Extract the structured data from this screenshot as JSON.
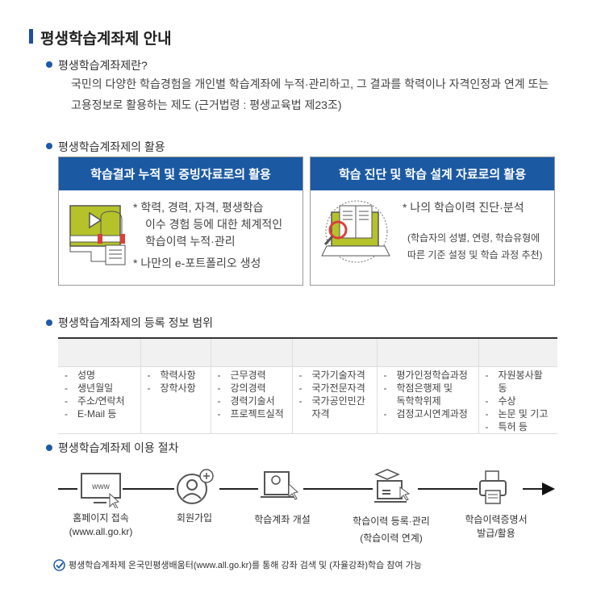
{
  "title": "평생학습계좌제 안내",
  "sections": [
    {
      "heading": "평생학습계좌제란?",
      "body": [
        "국민의 다양한 학습경험을 개인별 학습계좌에 누적·관리하고, 그 결과를 학력이나 자격인정과 연계 또는",
        "고용정보로 활용하는 제도 (근거법령 : 평생교육법 제23조)"
      ]
    },
    {
      "heading": "평생학습계좌제의 활용"
    },
    {
      "heading": "평생학습계좌제의 등록 정보 범위"
    },
    {
      "heading": "평생학습계좌제 이용 절차"
    }
  ],
  "usage": [
    {
      "title": "학습결과 누적 및 증빙자료로의 활용",
      "items": [
        "*  학력, 경력, 자격, 평생학습",
        "이수 경험 등에 대한 체계적인",
        "학습이력 누적·관리",
        "*  나만의 e-포트폴리오 생성"
      ]
    },
    {
      "title": "학습 진단 및 학습 설계 자료로의 활용",
      "items": [
        "*  나의 학습이력 진단·분석"
      ],
      "note": [
        "(학습자의 성별, 연령, 학습유형에",
        "따른 기준 설정 및 학습 과정 추천)"
      ]
    }
  ],
  "table": {
    "columns": [
      [
        "성명",
        "생년월일",
        "주소/연락처",
        "E-Mail 등"
      ],
      [
        "학력사항",
        "장학사항"
      ],
      [
        "근무경력",
        "강의경력",
        "경력기술서",
        "프로젝트실적"
      ],
      [
        "국가기술자격",
        "국가전문자격",
        "국가공인민간\n자격"
      ],
      [
        "평가인정학습과정",
        "학점은행제 및\n독학학위제",
        "검정고시연계과정"
      ],
      [
        "자원봉사활동",
        "수상",
        "논문 및 기고",
        "특허 등"
      ]
    ]
  },
  "steps": [
    {
      "label": "홈페이지 접속",
      "sub": "(www.all.go.kr)",
      "icon_text": "www"
    },
    {
      "label": "회원가입"
    },
    {
      "label": "학습계좌 개설"
    },
    {
      "label": "학습이력 등록·관리",
      "sub": "(학습이력 연계)"
    },
    {
      "label": "학습이력증명서",
      "sub": "발급/활용"
    }
  ],
  "footer": "평생학습계좌제 온국민평생배움터(www.all.go.kr)를 통해 강좌 검색 및 (자율강좌)학습 참여 가능",
  "colors": {
    "accent": "#1b5aa3",
    "icon_green": "#b5c22a",
    "icon_red": "#d9413a"
  }
}
